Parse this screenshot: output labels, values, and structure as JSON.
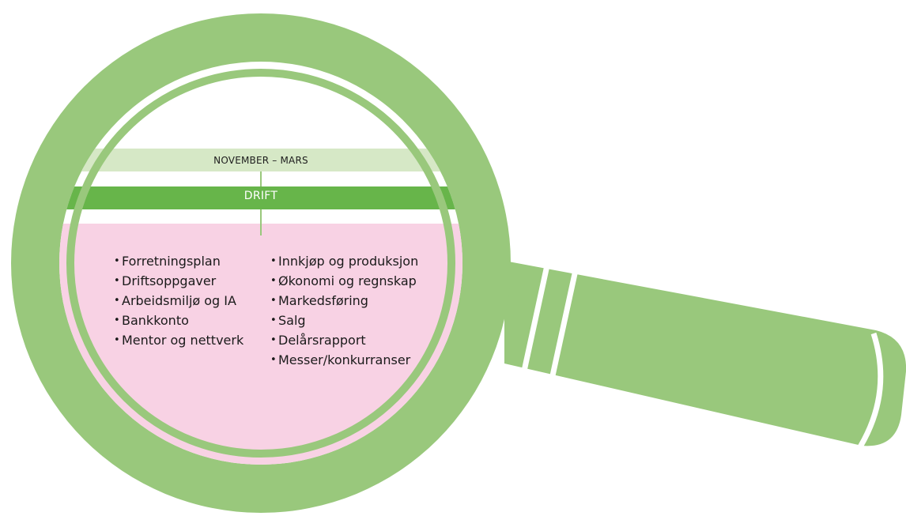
{
  "colors": {
    "ring_green": "#99c87c",
    "period_band": "#d6e8c6",
    "drift_band": "#67b54a",
    "content_pink": "#f8d2e4"
  },
  "icons": [
    "magnifying-glass-icon"
  ],
  "period_label": "NOVEMBER – MARS",
  "phase_label": "DRIFT",
  "tasks_left": [
    "Forretningsplan",
    "Driftsoppgaver",
    "Arbeidsmiljø og IA",
    "Bankkonto",
    "Mentor og nettverk"
  ],
  "tasks_right": [
    "Innkjøp og produksjon",
    "Økonomi og regnskap",
    "Markedsføring",
    "Salg",
    "Delårsrapport",
    "Messer/konkurranser"
  ]
}
